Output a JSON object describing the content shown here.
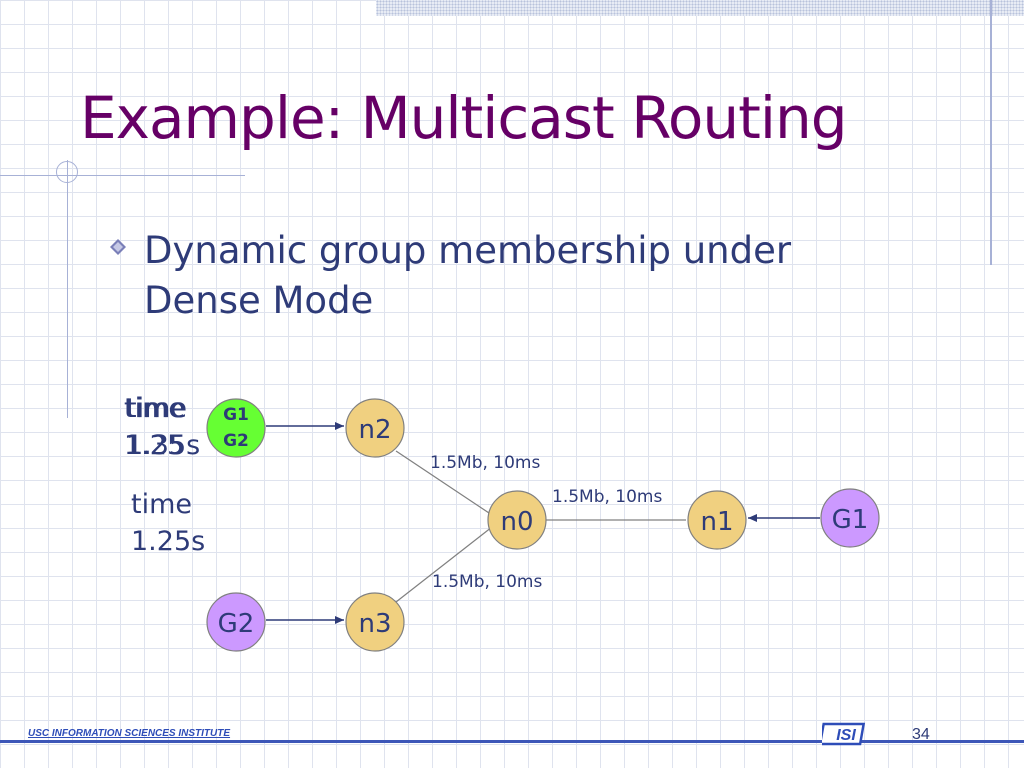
{
  "slide": {
    "title": "Example: Multicast Routing",
    "bullet": "Dynamic group membership under Dense Mode",
    "footer": "USC INFORMATION SCIENCES INSTITUTE",
    "logo_text": "ISI",
    "page_number": "34"
  },
  "diagram": {
    "nodes": {
      "n0": "n0",
      "n1": "n1",
      "n2": "n2",
      "n3": "n3",
      "g1_right": "G1",
      "g2_bottom": "G2",
      "g_group_top": "G1",
      "g_group_bottom": "G2"
    },
    "links": {
      "n2_n0": "1.5Mb, 10ms",
      "n0_n1": "1.5Mb, 10ms",
      "n3_n0": "1.5Mb, 10ms"
    },
    "labels": {
      "time_overlap_a_line1": "time",
      "time_overlap_a_line2": "1.35s",
      "time_overlap_b_line1": "time",
      "time_overlap_b_line2": "1.25",
      "time_main_line1": "time",
      "time_main_line2": "1.25s"
    },
    "colors": {
      "router_fill": "#f0d080",
      "group_fill": "#cc99ff",
      "joined_fill": "#66ff33",
      "node_stroke": "#808080",
      "edge": "#808080",
      "arrow": "#2e3b78"
    }
  }
}
